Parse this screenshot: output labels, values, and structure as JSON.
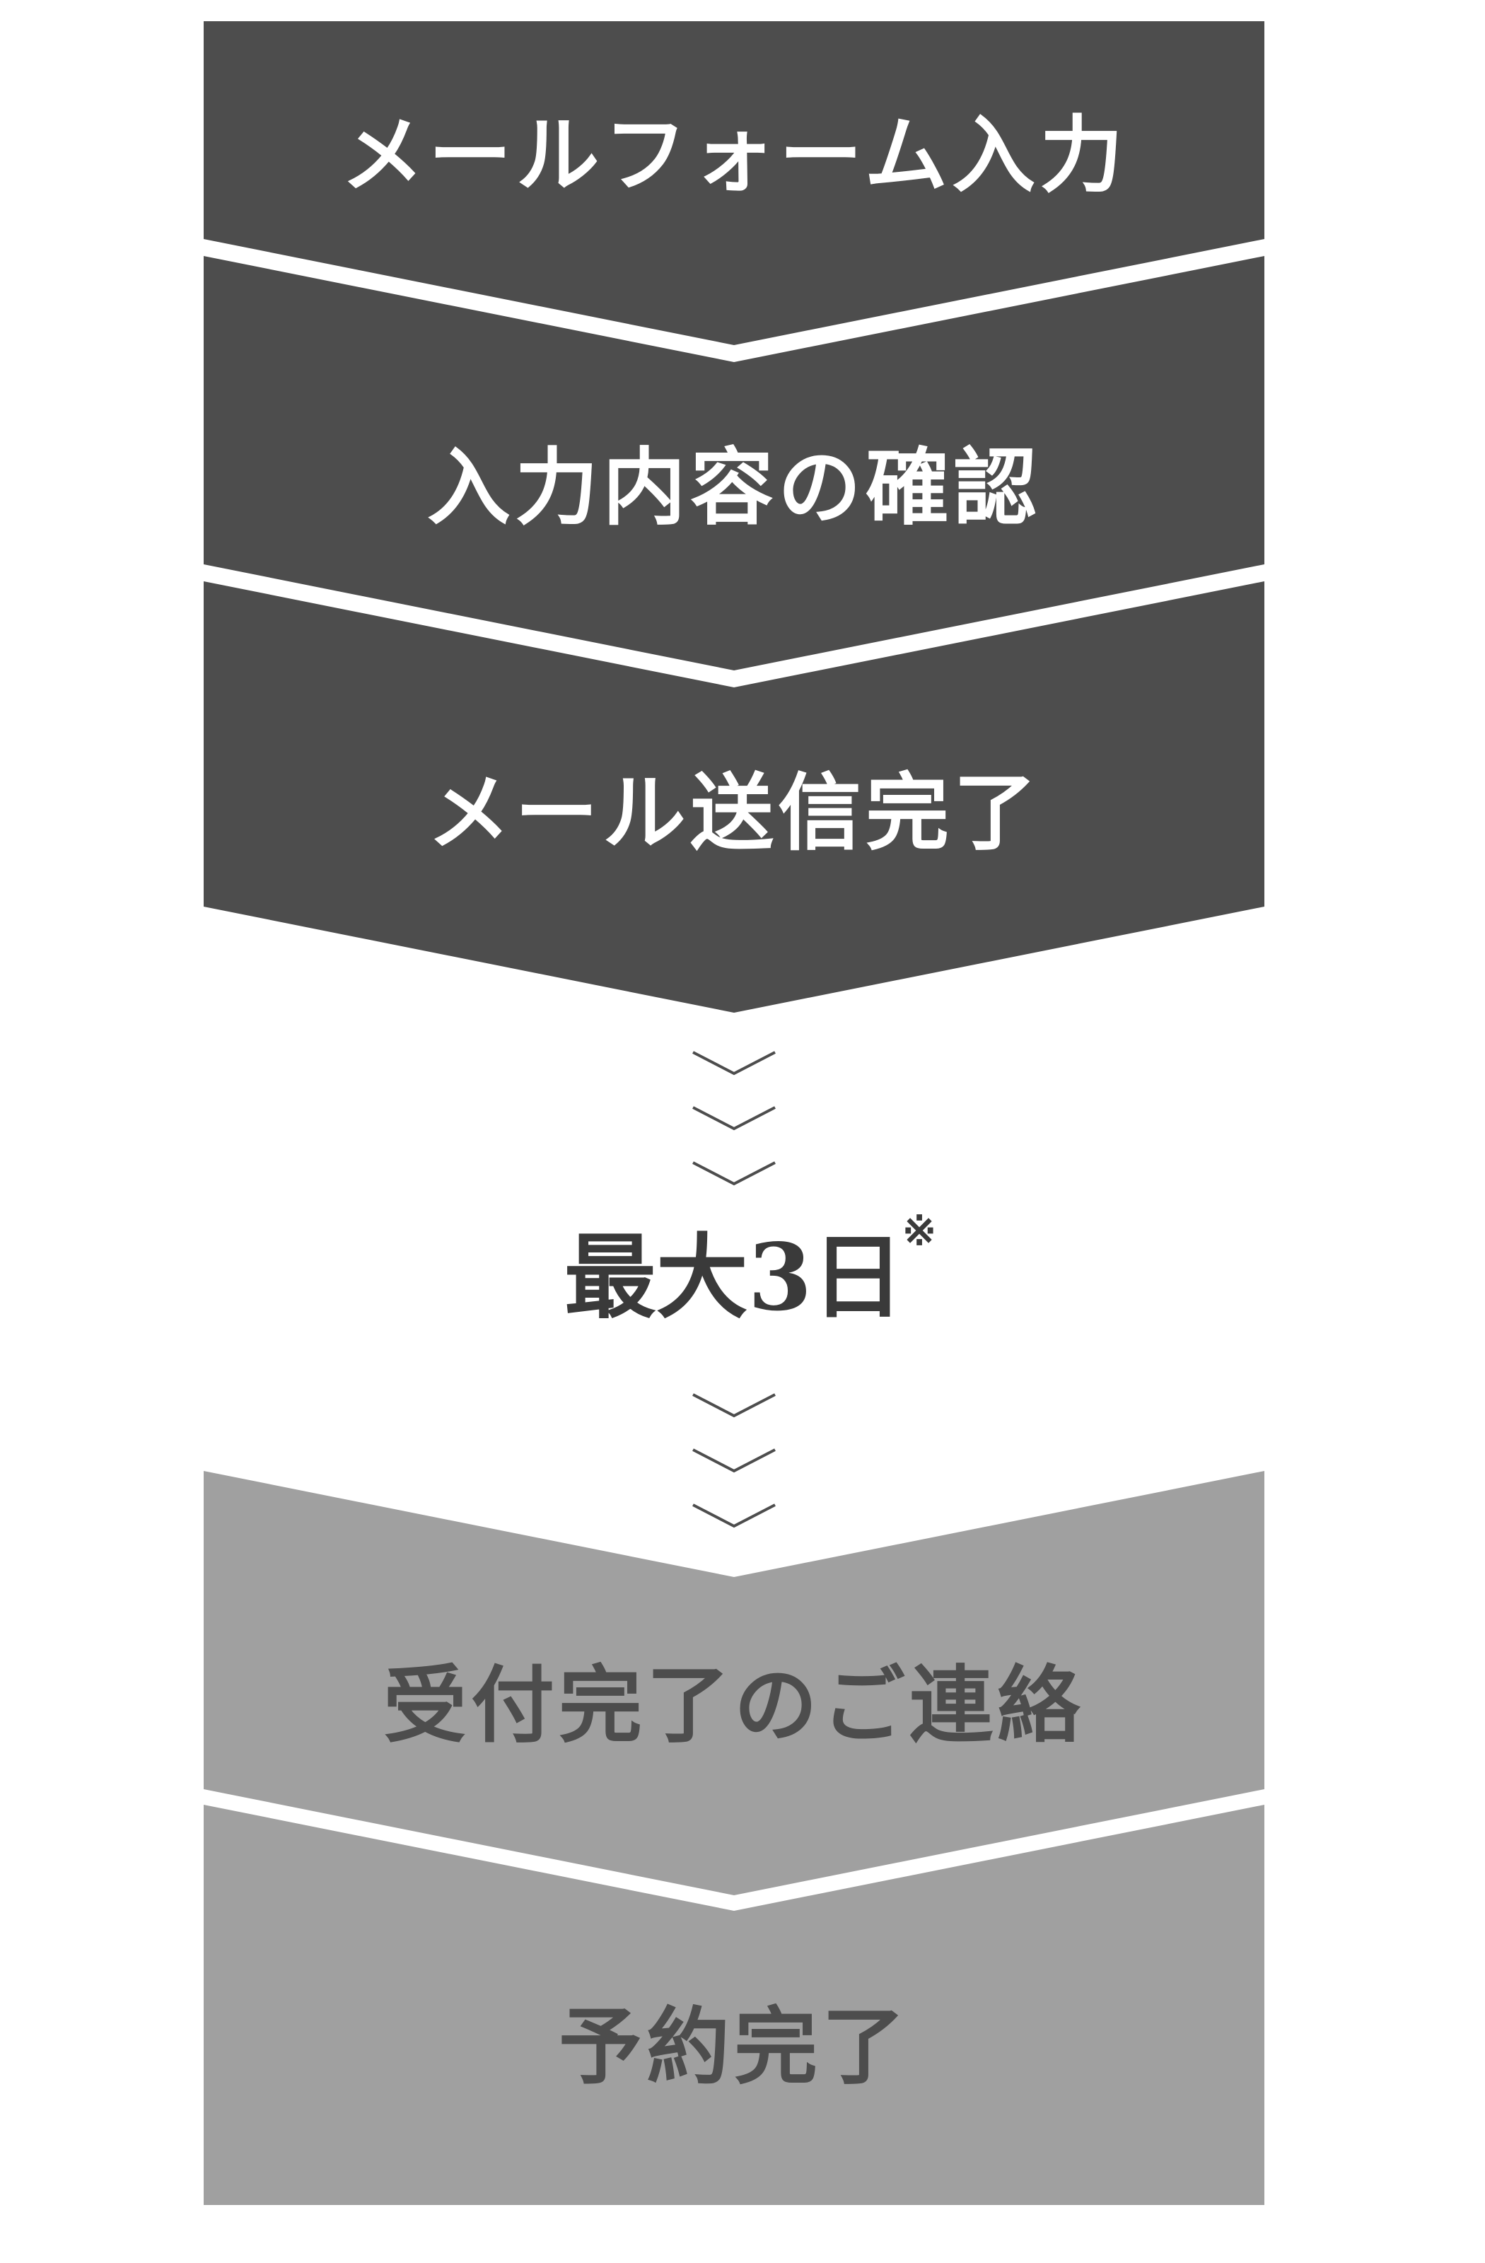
{
  "steps": [
    {
      "label": "メールフォーム入力",
      "shade": "#4d4d4d",
      "text_color": "#ffffff"
    },
    {
      "label": "入力内容の確認",
      "shade": "#4d4d4d",
      "text_color": "#ffffff"
    },
    {
      "label": "メール送信完了",
      "shade": "#4d4d4d",
      "text_color": "#ffffff"
    },
    {
      "label": "受付完了のご連絡",
      "shade": "#a0a0a0",
      "text_color": "#4d4d4d"
    },
    {
      "label": "予約完了",
      "shade": "#a0a0a0",
      "text_color": "#4d4d4d"
    }
  ],
  "wait": {
    "label": "最大3日",
    "note_mark": "※"
  },
  "colors": {
    "dark": "#4d4d4d",
    "light": "#a0a0a0",
    "background": "#ffffff"
  },
  "icons": {
    "separator": "chevron-down-icon"
  }
}
